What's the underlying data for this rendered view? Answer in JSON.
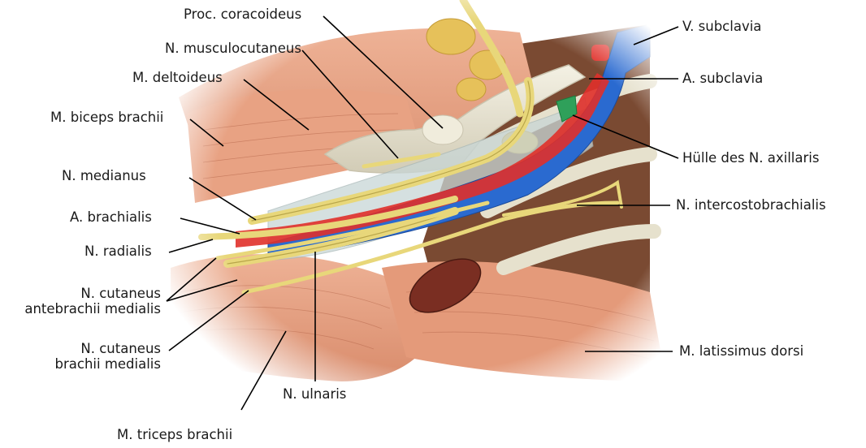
{
  "labels": {
    "proc_coracoideus": "Proc. coracoideus",
    "n_musculocutaneus": "N. musculocutaneus",
    "m_deltoideus": "M. deltoideus",
    "m_biceps_brachii": "M. biceps brachii",
    "n_medianus": "N. medianus",
    "a_brachialis": "A. brachialis",
    "n_radialis": "N. radialis",
    "n_cutaneus_antebrachii_medialis_line1": "N. cutaneus",
    "n_cutaneus_antebrachii_medialis_line2": "antebrachii medialis",
    "n_cutaneus_brachii_medialis_line1": "N. cutaneus",
    "n_cutaneus_brachii_medialis_line2": "brachii medialis",
    "m_triceps_brachii": "M. triceps brachii",
    "n_ulnaris": "N. ulnaris",
    "v_subclavia": "V. subclavia",
    "a_subclavia": "A. subclavia",
    "huelle_des_n_axillaris": "Hülle des N. axillaris",
    "n_intercostobrachialis": "N. intercostobrachialis",
    "m_latissimus_dorsi": "M. latissimus dorsi"
  },
  "colors": {
    "muscle": "#e9a688",
    "muscle_dark": "#c97a5c",
    "muscle_line": "#b86a4e",
    "cavity": "#7a4a32",
    "bone": "#ece8d8",
    "bone_shadow": "#c9c3ae",
    "nerve": "#e8d77a",
    "nerve_dark": "#b8a54a",
    "artery": "#e0302a",
    "vein": "#2a6ad0",
    "sheath": "#c8d6d6",
    "fat": "#e6c15a",
    "axillaris_sheath": "#2fa05a",
    "leader": "#000000"
  }
}
